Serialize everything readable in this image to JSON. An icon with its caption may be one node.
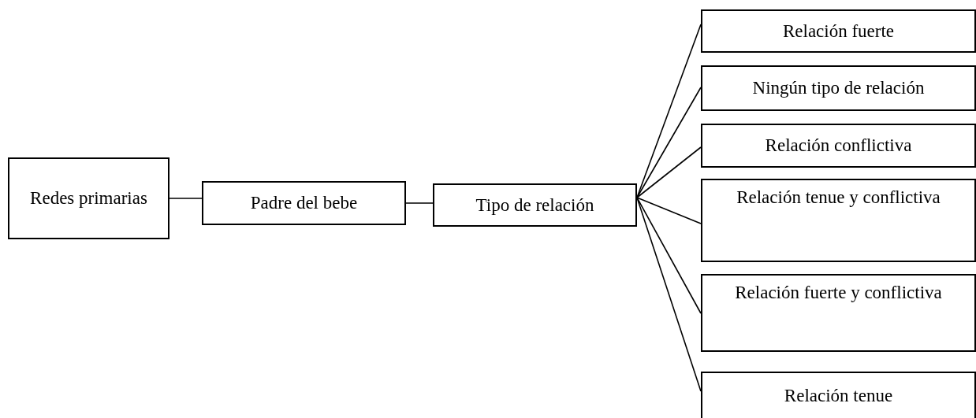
{
  "diagram": {
    "nodes": [
      {
        "text": [
          "Redes primarias"
        ]
      },
      {
        "text": [
          "Padre del bebe"
        ]
      },
      {
        "text": [
          "Tipo de relación"
        ]
      },
      {
        "text": [
          "Relación fuerte"
        ]
      },
      {
        "text": [
          "Ningún tipo de relación"
        ]
      },
      {
        "text": [
          "Relación conflictiva"
        ]
      },
      {
        "text": [
          "Relación tenue y conflictiva"
        ]
      },
      {
        "text": [
          "Relación fuerte y conflictiva"
        ]
      },
      {
        "text": [
          "Relación tenue"
        ]
      }
    ],
    "edges": [
      {
        "from": 0,
        "to": 1,
        "arrow": "none"
      },
      {
        "from": 1,
        "to": 2,
        "arrow": "none"
      },
      {
        "from": 2,
        "to": 3,
        "arrow": "none"
      },
      {
        "from": 2,
        "to": 4,
        "arrow": "none"
      },
      {
        "from": 2,
        "to": 5,
        "arrow": "none"
      },
      {
        "from": 2,
        "to": 6,
        "arrow": "none"
      },
      {
        "from": 2,
        "to": 7,
        "arrow": "none"
      },
      {
        "from": 2,
        "to": 8,
        "arrow": "none"
      }
    ]
  }
}
